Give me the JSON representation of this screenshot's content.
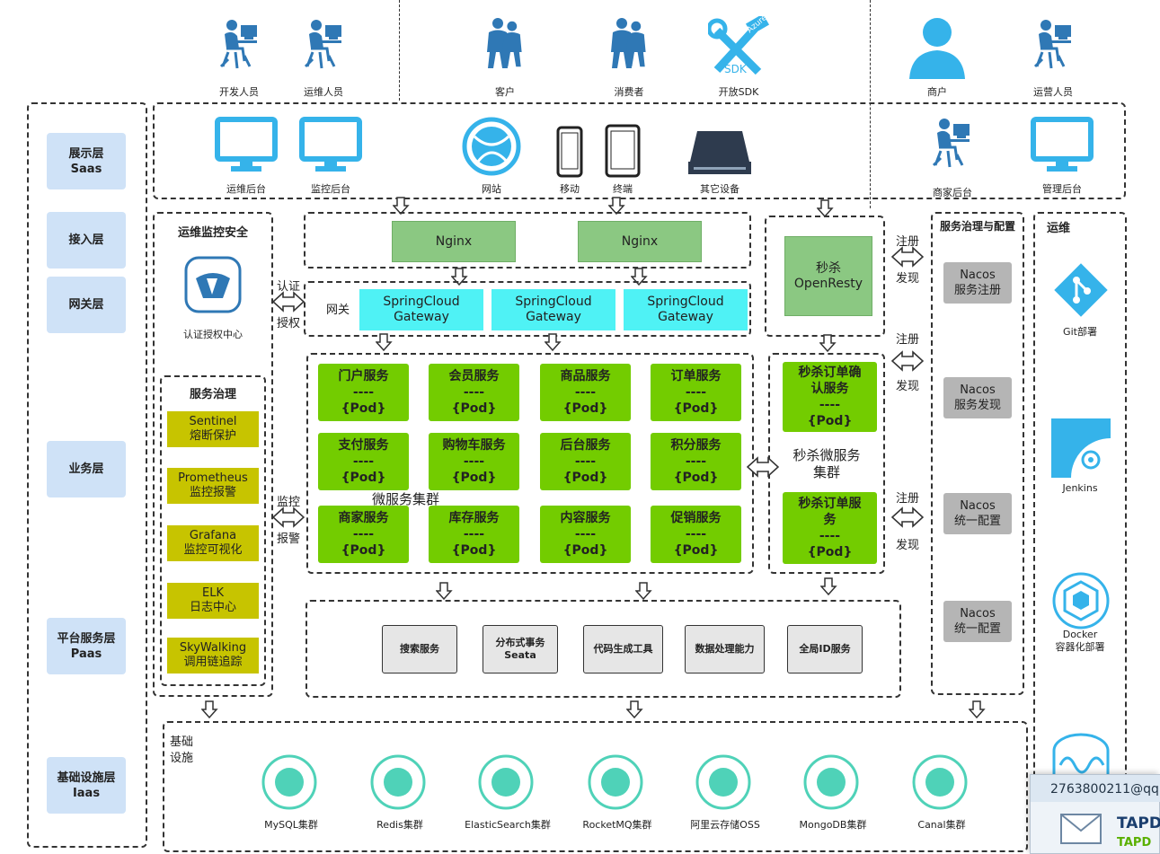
{
  "roles": {
    "dev": "开发人员",
    "ops": "运维人员",
    "customer": "客户",
    "consumer": "消费者",
    "sdk": "开放SDK",
    "sdk_badge_top": "Azure",
    "sdk_badge": "SDK",
    "merchant": "商户",
    "operator": "运营人员"
  },
  "clients": {
    "ops_console": "运维后台",
    "monitor_console": "监控后台",
    "website": "网站",
    "mobile": "移动",
    "terminal": "终端",
    "other_device": "其它设备",
    "merchant_console": "商家后台",
    "admin_console": "管理后台"
  },
  "layers": {
    "display_1": "展示层",
    "display_2": "Saas",
    "access": "接入层",
    "gateway": "网关层",
    "business": "业务层",
    "platform_1": "平台服务层",
    "platform_2": "Paas",
    "infra_1": "基础设施层",
    "infra_2": "Iaas"
  },
  "left_panel": {
    "title": "运维监控安全",
    "auth_center": "认证授权中心",
    "gov_title": "服务治理",
    "items": [
      {
        "l1": "Sentinel",
        "l2": "熔断保护"
      },
      {
        "l1": "Prometheus",
        "l2": "监控报警"
      },
      {
        "l1": "Grafana",
        "l2": "监控可视化"
      },
      {
        "l1": "ELK",
        "l2": "日志中心"
      },
      {
        "l1": "SkyWalking",
        "l2": "调用链追踪"
      }
    ]
  },
  "links": {
    "auth_1": "认证",
    "auth_2": "授权",
    "monitor_1": "监控",
    "monitor_2": "报警",
    "reg": "注册",
    "disc": "发现"
  },
  "nginx": {
    "a": "Nginx",
    "b": "Nginx"
  },
  "gateway": {
    "label": "网关",
    "g1_1": "SpringCloud",
    "g1_2": "Gateway",
    "g2_1": "SpringCloud",
    "g2_2": "Gateway",
    "g3_1": "SpringCloud",
    "g3_2": "Gateway"
  },
  "micro": {
    "cluster_label": "微服务集群",
    "dash": "----",
    "pod": "{Pod}",
    "services": [
      "门户服务",
      "会员服务",
      "商品服务",
      "订单服务",
      "支付服务",
      "购物车服务",
      "后台服务",
      "积分服务",
      "商家服务",
      "库存服务",
      "内容服务",
      "促销服务"
    ]
  },
  "seckill": {
    "openresty_1": "秒杀",
    "openresty_2": "OpenResty",
    "confirm_1": "秒杀订单确",
    "confirm_2": "认服务",
    "cluster_1": "秒杀微服务",
    "cluster_2": "集群",
    "order_1": "秒杀订单服",
    "order_2": "务",
    "dash": "----",
    "pod": "{Pod}"
  },
  "platform": {
    "search": "搜索服务",
    "tx_1": "分布式事务",
    "tx_2": "Seata",
    "codegen": "代码生成工具",
    "data": "数据处理能力",
    "id": "全局ID服务"
  },
  "governance": {
    "title": "服务治理与配置",
    "n1_1": "Nacos",
    "n1_2": "服务注册",
    "n2_1": "Nacos",
    "n2_2": "服务发现",
    "n3_1": "Nacos",
    "n3_2": "统一配置",
    "n4_1": "Nacos",
    "n4_2": "统一配置"
  },
  "ops": {
    "title": "运维",
    "git": "Git部署",
    "jenkins": "Jenkins",
    "docker_1": "Docker",
    "docker_2": "容器化部署"
  },
  "infra": {
    "title_1": "基础",
    "title_2": "设施",
    "items": [
      "MySQL集群",
      "Redis集群",
      "ElasticSearch集群",
      "RocketMQ集群",
      "阿里云存储OSS",
      "MongoDB集群",
      "Canal集群"
    ]
  },
  "popup": {
    "email": "2763800211@qq",
    "brand": "TAPD",
    "brand_sub": "TAPD"
  },
  "colors": {
    "role_blue": "#2f78b5",
    "client_blue": "#35b3ea",
    "nginx_green": "#8bc882",
    "gateway_cyan": "#4ff2f5",
    "service_green": "#73cc00",
    "governance_olive": "#c7c400",
    "layer_blue": "#cfe2f7",
    "nacos_gray": "#b5b5b5",
    "infra_teal": "#4fd2b8"
  }
}
